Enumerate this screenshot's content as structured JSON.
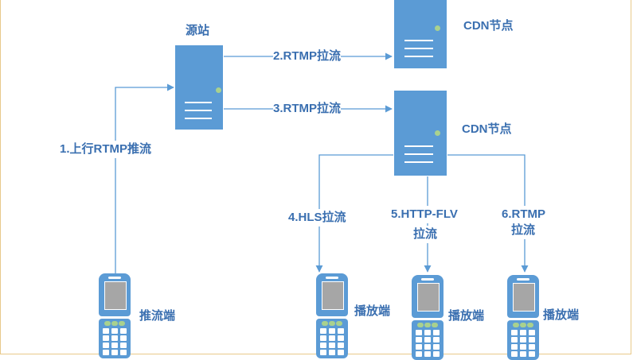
{
  "nodes": {
    "origin_label": "源站",
    "cdn_top_label": "CDN节点",
    "cdn_mid_label": "CDN节点"
  },
  "edges": {
    "step1": "1.上行RTMP推流",
    "step2": "2.RTMP拉流",
    "step3": "3.RTMP拉流",
    "step4": "4.HLS拉流",
    "step5_line1": "5.HTTP-FLV",
    "step5_line2": "拉流",
    "step6_line1": "6.RTMP",
    "step6_line2": "拉流"
  },
  "clients": {
    "pusher": "推流端",
    "player_hls": "播放端",
    "player_flv": "播放端",
    "player_rtmp": "播放端"
  },
  "colors": {
    "node": "#5b9bd5",
    "led": "#a9d18e",
    "text": "#3a6fb0",
    "line": "#5b9bd5"
  }
}
